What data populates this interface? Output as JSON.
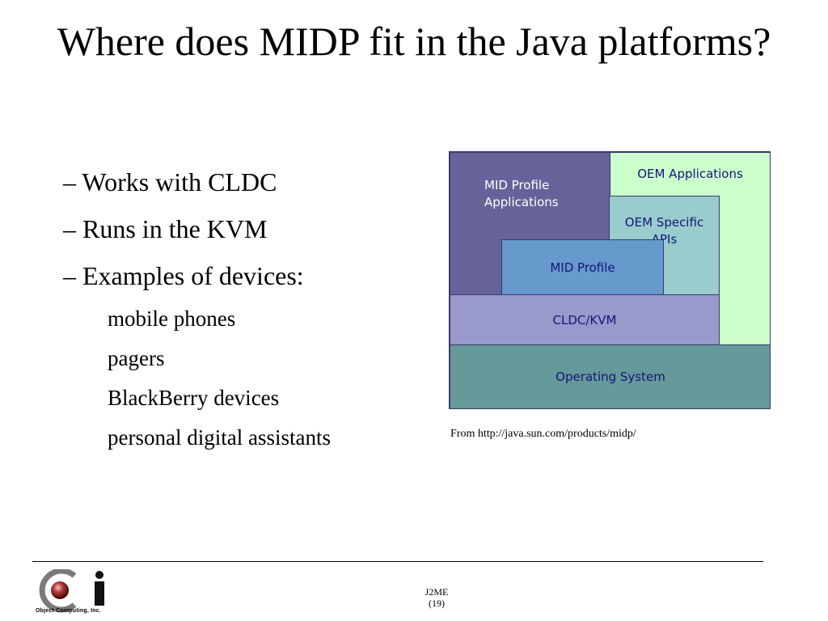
{
  "slide": {
    "title": "Where does MIDP fit in the Java platforms?",
    "bullets": [
      {
        "text": "– Works with CLDC",
        "level": 1
      },
      {
        "text": "– Runs in the KVM",
        "level": 1
      },
      {
        "text": "– Examples of devices:",
        "level": 1
      },
      {
        "text": "mobile phones",
        "level": 2
      },
      {
        "text": "pagers",
        "level": 2
      },
      {
        "text": "BlackBerry devices",
        "level": 2
      },
      {
        "text": "personal digital assistants",
        "level": 2
      }
    ],
    "diagram": {
      "layers": {
        "oem_applications": "OEM Applications",
        "mid_profile_applications": [
          "MID Profile",
          "Applications"
        ],
        "oem_specific_apis": [
          "OEM Specific",
          "APIs"
        ],
        "mid_profile": "MID Profile",
        "cldc_kvm": "CLDC/KVM",
        "operating_system": "Operating System"
      },
      "colors": {
        "oem_applications": "#ccffcc",
        "mid_profile_applications": "#66639a",
        "oem_specific_apis": "#99cccc",
        "mid_profile": "#6699cc",
        "cldc_kvm": "#9999cc",
        "operating_system": "#669999"
      }
    },
    "caption": "From http://java.sun.com/products/midp/"
  },
  "footer": {
    "logo_text": "Object Computing, Inc.",
    "logo_icon": "oci-logo-icon",
    "line1": "J2ME",
    "line2": "(19)"
  }
}
